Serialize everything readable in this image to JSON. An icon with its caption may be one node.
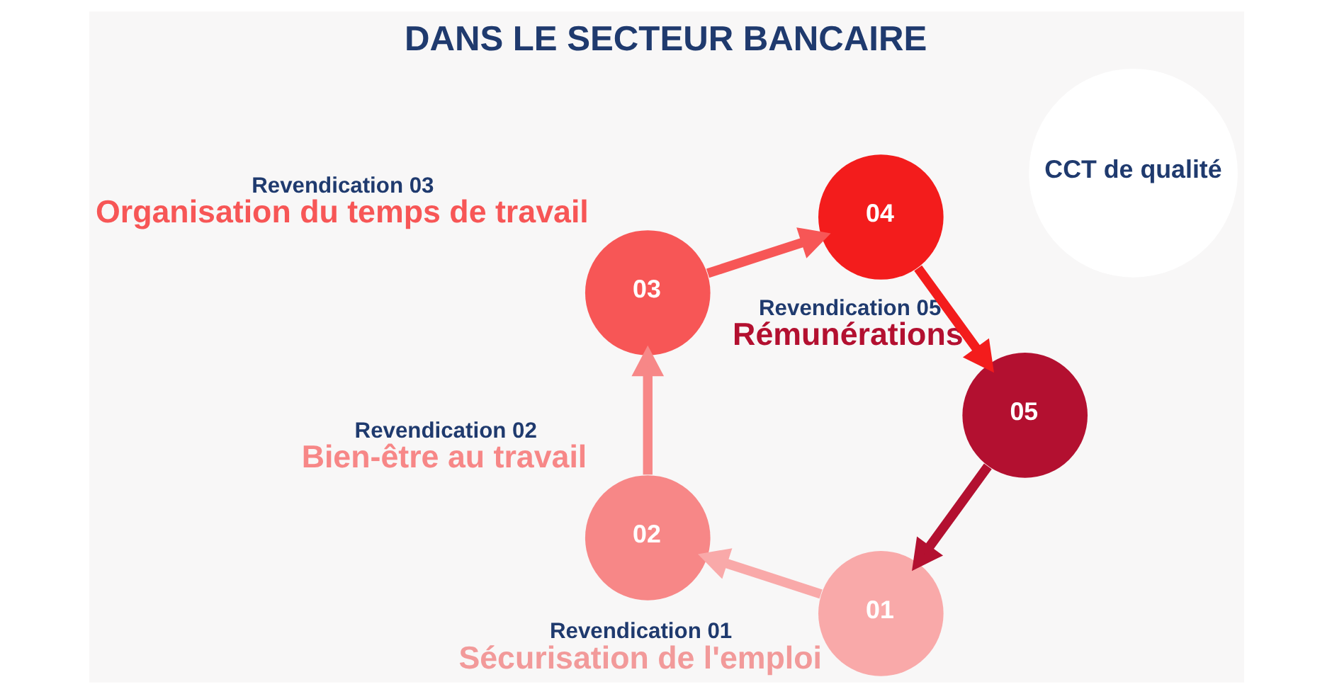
{
  "diagram": {
    "title": "DANS LE SECTEUR BANCAIRE",
    "nodes": [
      {
        "text": [
          "01"
        ],
        "beside": [
          "Revendication 01",
          "Sécurisation de l'emploi"
        ]
      },
      {
        "text": [
          "02"
        ],
        "beside": [
          "Revendication 02",
          "Bien-être au travail"
        ]
      },
      {
        "text": [
          "03"
        ],
        "beside": [
          "Revendication 03",
          "Organisation du temps de travail"
        ]
      },
      {
        "text": [
          "04"
        ]
      },
      {
        "text": [
          "05"
        ],
        "beside": [
          "Revendication 05",
          "Rémunérations"
        ]
      },
      {
        "text": [
          "CCT de qualité"
        ]
      }
    ],
    "edges": [
      {
        "from": 0,
        "to": 1,
        "arrow": "to",
        "color": "#f9a9a9"
      },
      {
        "from": 1,
        "to": 2,
        "arrow": "to",
        "color": "#f78787"
      },
      {
        "from": 2,
        "to": 3,
        "arrow": "to",
        "color": "#f75656"
      },
      {
        "from": 3,
        "to": 4,
        "arrow": "to",
        "color": "#f31c1c"
      },
      {
        "from": 4,
        "to": 0,
        "arrow": "to",
        "color": "#b31030"
      }
    ]
  }
}
